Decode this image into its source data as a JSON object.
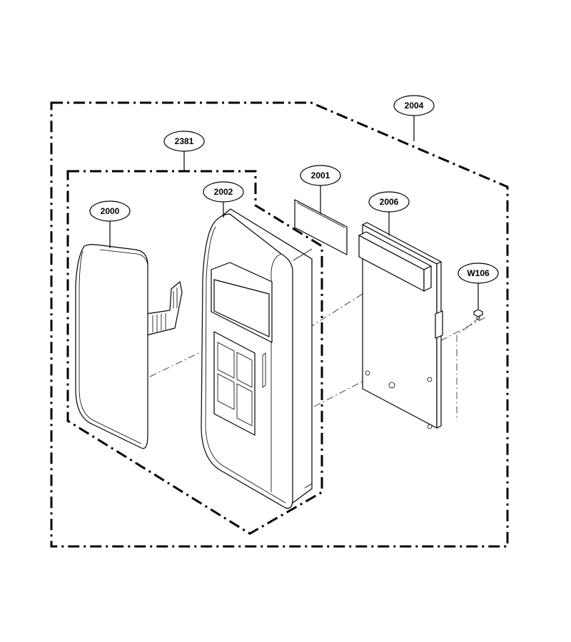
{
  "callouts": {
    "c2004": "2004",
    "c2381": "2381",
    "c2001": "2001",
    "c2002": "2002",
    "c2006": "2006",
    "c2000": "2000",
    "cW106": "W106"
  }
}
